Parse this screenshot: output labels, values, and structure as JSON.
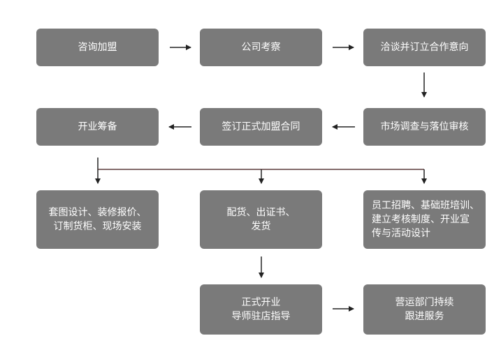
{
  "steps": {
    "consult": "咨询加盟",
    "inspect": "公司考察",
    "negotiate": "洽谈并订立合作意向",
    "survey": "市场调查与落位审核",
    "contract": "签订正式加盟合同",
    "prepare": "开业筹备",
    "design": [
      "套图设计、装修报价、",
      "订制货柜、现场安装"
    ],
    "delivery": [
      "配货、出证书、",
      "发货"
    ],
    "training": [
      "员工招聘、基础班培训、",
      "建立考核制度、开业宣",
      "传与活动设计"
    ],
    "opening": [
      "正式开业",
      "导师驻店指导"
    ],
    "followup": [
      "营运部门持续",
      "跟进服务"
    ]
  },
  "colors": {
    "box": "#7a7a7a",
    "text": "#ffffff",
    "arrow": "#222222",
    "branch_line": "#5a3a3a"
  }
}
